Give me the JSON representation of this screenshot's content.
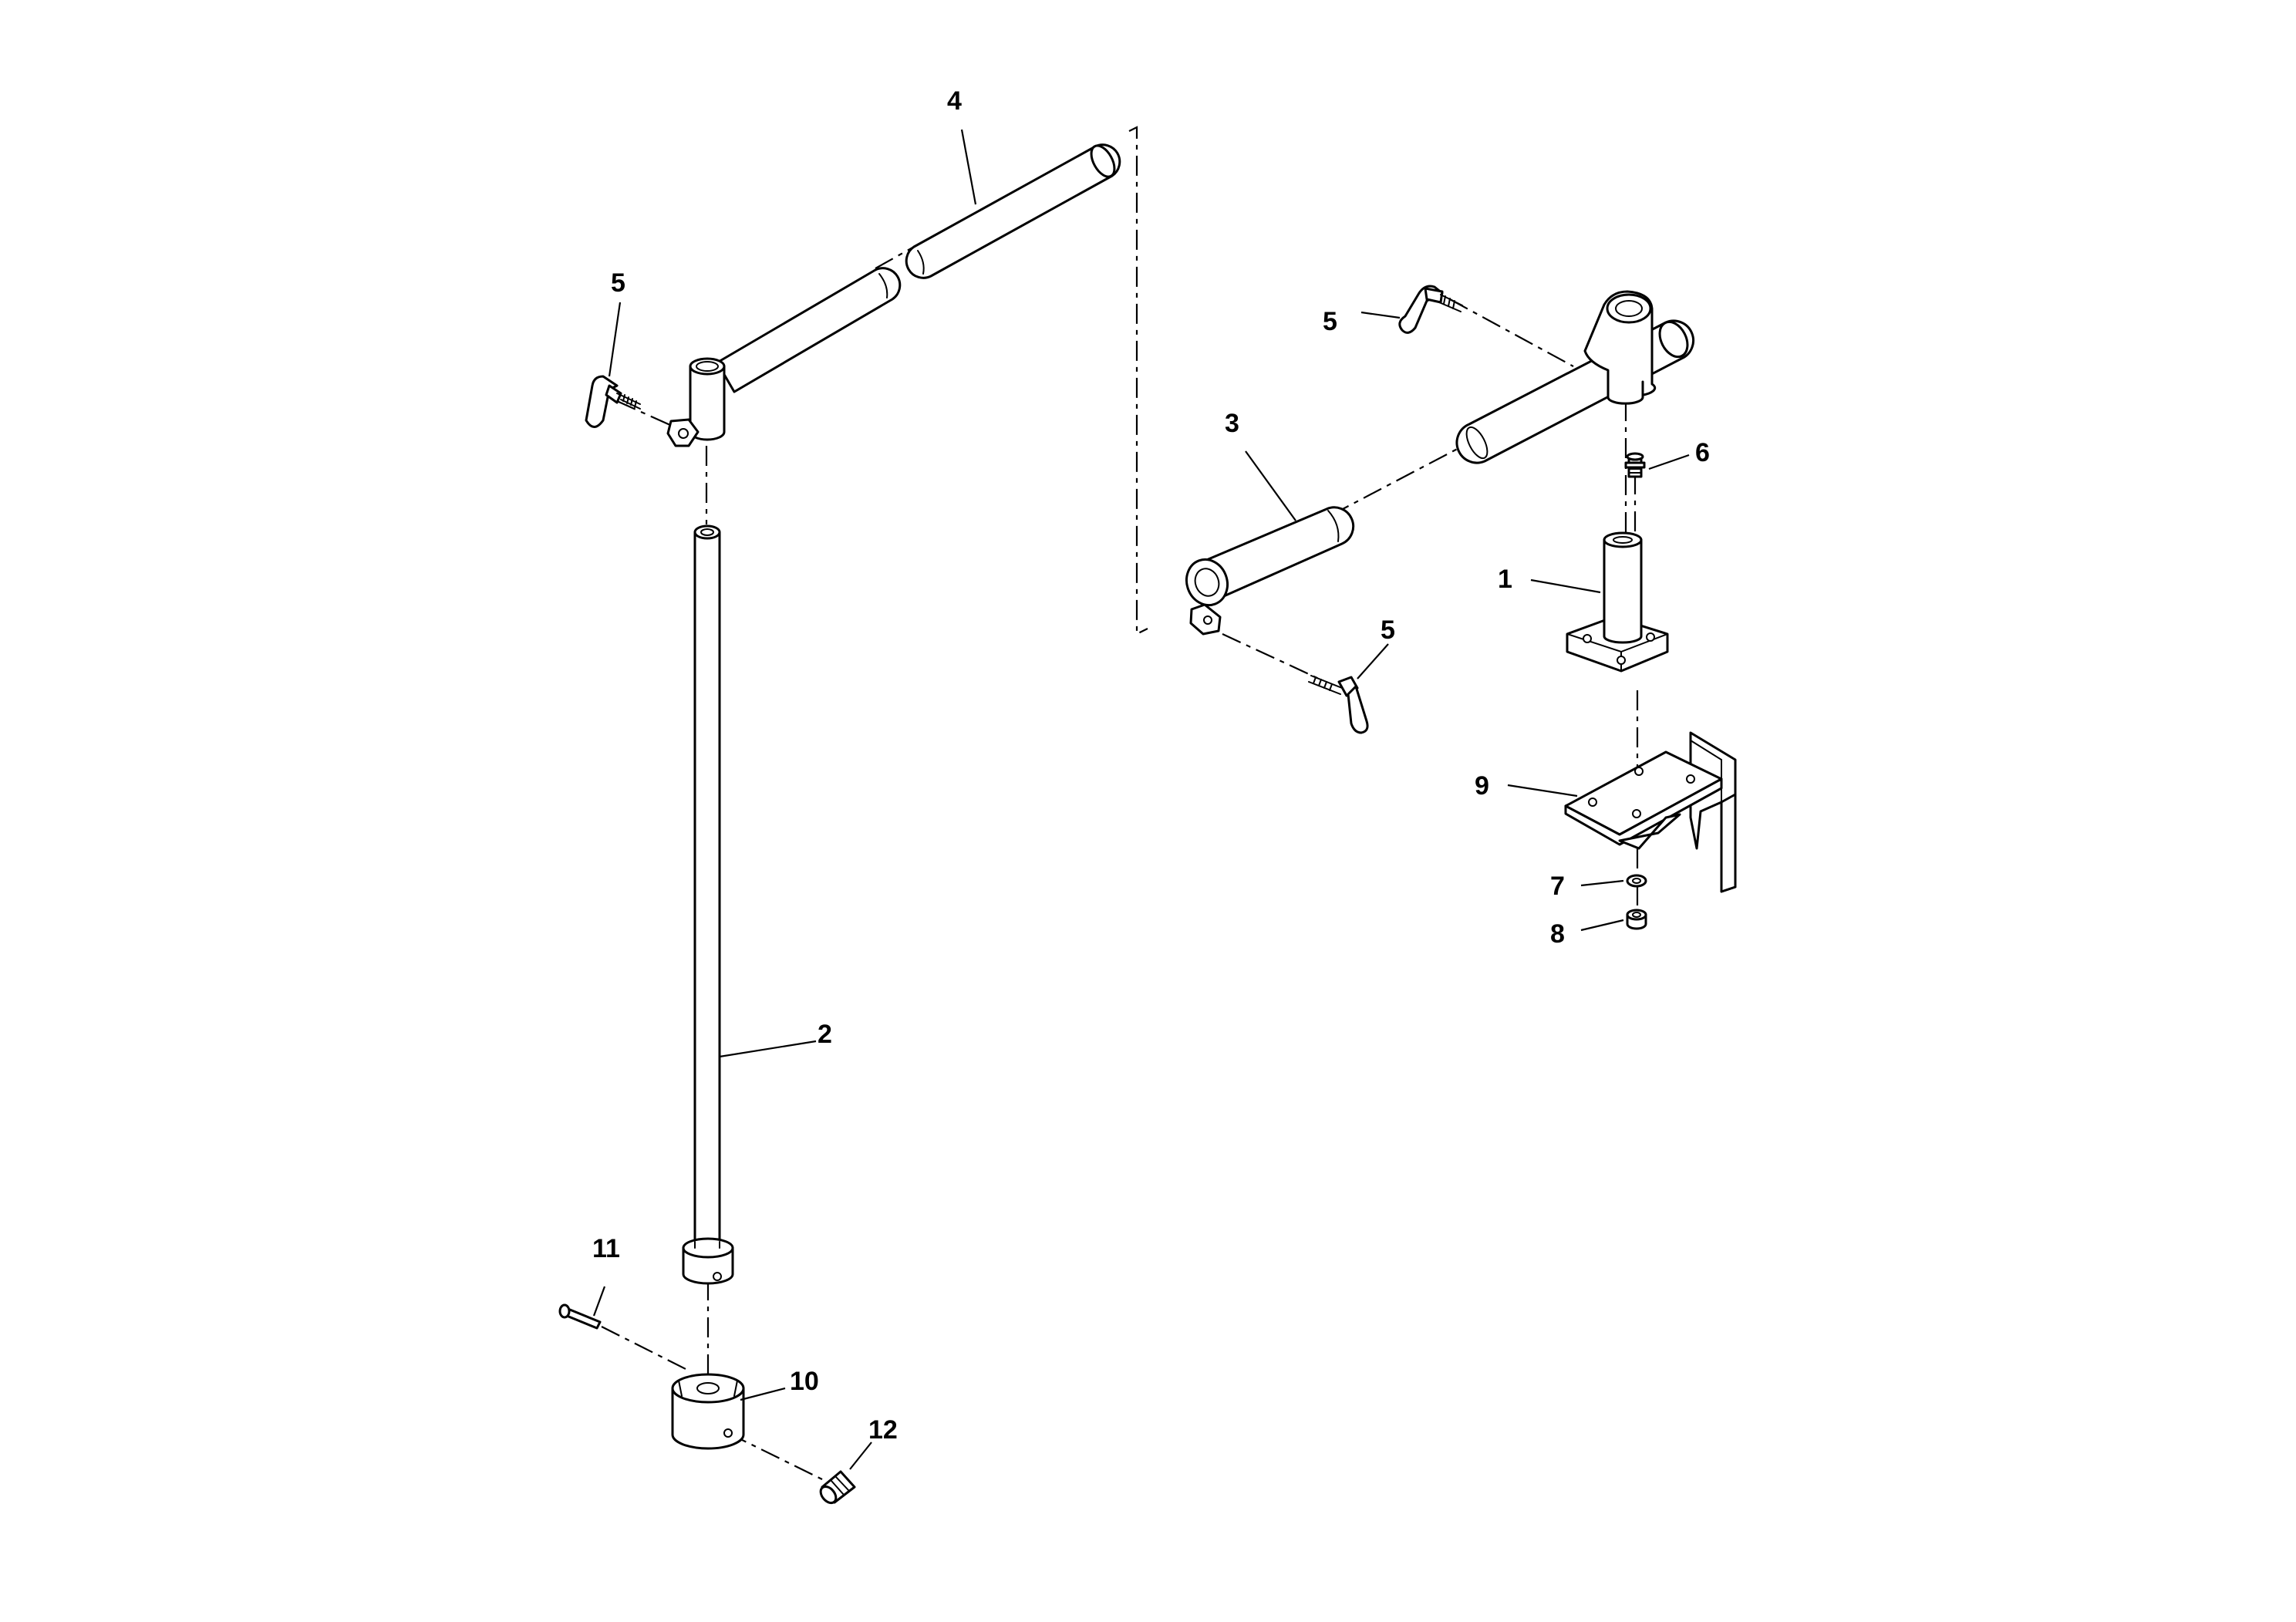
{
  "diagram": {
    "callouts": {
      "c1": "1",
      "c2": "2",
      "c3": "3",
      "c4": "4",
      "c5a": "5",
      "c5b": "5",
      "c5c": "5",
      "c6": "6",
      "c7": "7",
      "c8": "8",
      "c9": "9",
      "c10": "10",
      "c11": "11",
      "c12": "12"
    },
    "colors": {
      "ink": "#000000",
      "paper": "#ffffff"
    }
  }
}
